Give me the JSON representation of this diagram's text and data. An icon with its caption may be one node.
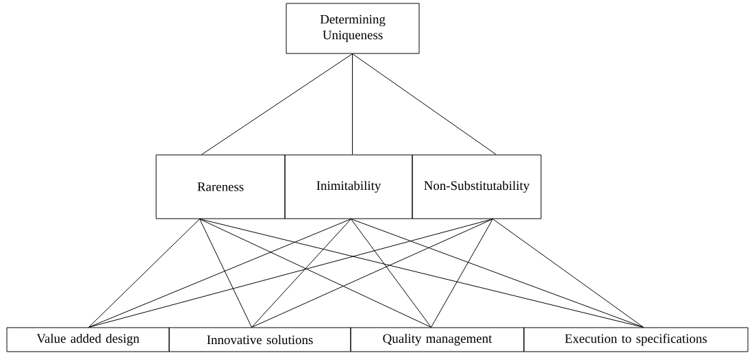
{
  "diagram": {
    "nodes": [
      {
        "text": [
          "Determining Uniqueness"
        ]
      },
      {
        "text": [
          "Rareness"
        ]
      },
      {
        "text": [
          "Inimitability"
        ]
      },
      {
        "text": [
          "Non-Substitutability"
        ]
      },
      {
        "text": [
          "Value added design"
        ]
      },
      {
        "text": [
          "Innovative solutions"
        ]
      },
      {
        "text": [
          "Quality management"
        ]
      },
      {
        "text": [
          "Execution to specifications"
        ]
      }
    ],
    "edges": [
      {
        "from": 0,
        "to": 1,
        "arrow": "none"
      },
      {
        "from": 0,
        "to": 2,
        "arrow": "none"
      },
      {
        "from": 0,
        "to": 3,
        "arrow": "none"
      },
      {
        "from": 1,
        "to": 4,
        "arrow": "none"
      },
      {
        "from": 1,
        "to": 5,
        "arrow": "none"
      },
      {
        "from": 1,
        "to": 6,
        "arrow": "none"
      },
      {
        "from": 1,
        "to": 7,
        "arrow": "none"
      },
      {
        "from": 2,
        "to": 4,
        "arrow": "none"
      },
      {
        "from": 2,
        "to": 5,
        "arrow": "none"
      },
      {
        "from": 2,
        "to": 6,
        "arrow": "none"
      },
      {
        "from": 2,
        "to": 7,
        "arrow": "none"
      },
      {
        "from": 3,
        "to": 4,
        "arrow": "none"
      },
      {
        "from": 3,
        "to": 5,
        "arrow": "none"
      },
      {
        "from": 3,
        "to": 6,
        "arrow": "none"
      },
      {
        "from": 3,
        "to": 7,
        "arrow": "none"
      }
    ]
  }
}
